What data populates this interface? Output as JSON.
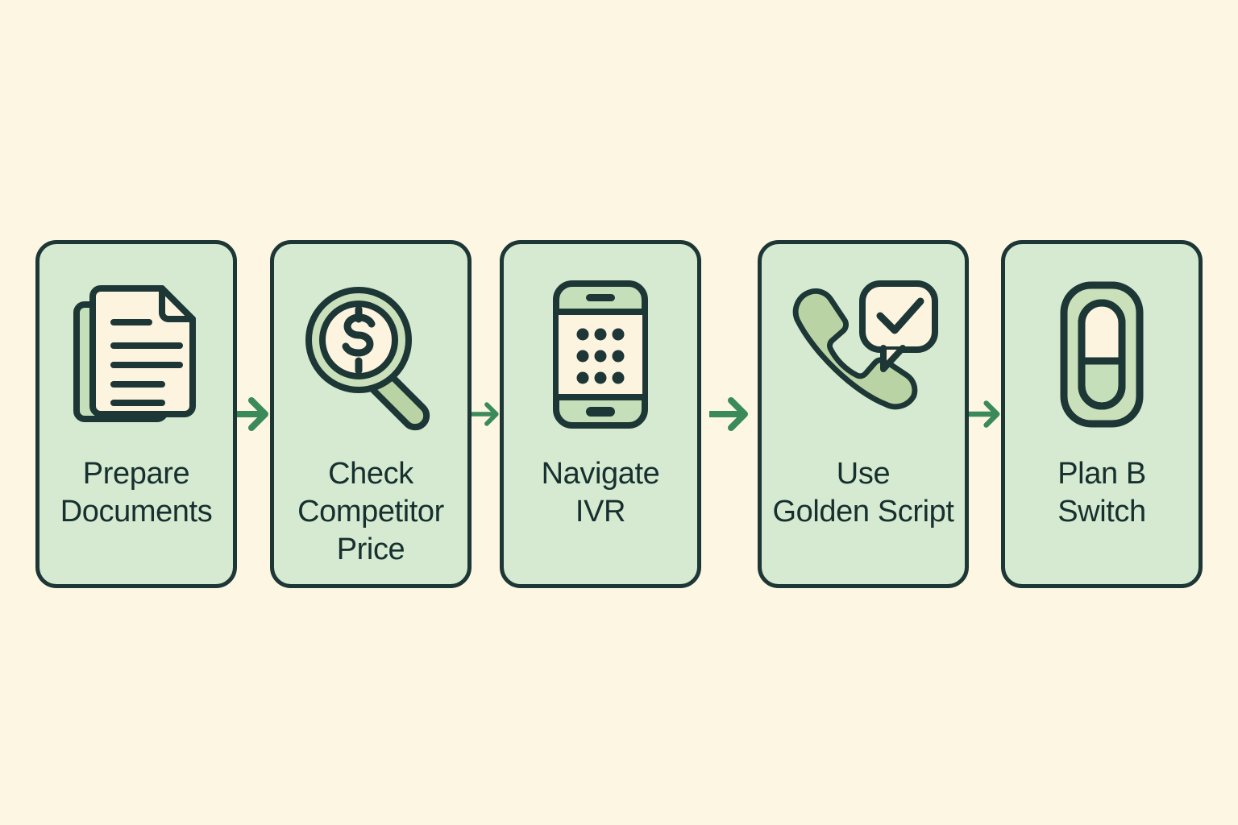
{
  "diagram": {
    "type": "horizontal-process-flow",
    "background_color": "#fdf6e3",
    "card_fill_color": "#d5ead0",
    "card_stroke_color": "#1d3636",
    "icon_accent_color": "#b5cf9f",
    "icon_paper_color": "#fdf4e0",
    "arrow_color": "#3b8a5a",
    "steps": [
      {
        "index": 1,
        "icon": "documents-icon",
        "label": "Prepare\nDocuments",
        "label_line1": "Prepare",
        "label_line2": "Documents"
      },
      {
        "index": 2,
        "icon": "magnifier-dollar-icon",
        "label": "Check\nCompetitor\nPrice",
        "label_line1": "Check",
        "label_line2": "Competitor",
        "label_line3": "Price"
      },
      {
        "index": 3,
        "icon": "smartphone-keypad-icon",
        "label": "Navigate\nIVR",
        "label_line1": "Navigate",
        "label_line2": "IVR"
      },
      {
        "index": 4,
        "icon": "phone-handset-check-icon",
        "label": "Use\nGolden Script",
        "label_line1": "Use",
        "label_line2": "Golden Script"
      },
      {
        "index": 5,
        "icon": "toggle-switch-icon",
        "label": "Plan B\nSwitch",
        "label_line1": "Plan B",
        "label_line2": "Switch"
      }
    ],
    "connectors": [
      {
        "from": 1,
        "to": 2,
        "icon": "arrow-right-icon"
      },
      {
        "from": 2,
        "to": 3,
        "icon": "arrow-right-icon"
      },
      {
        "from": 3,
        "to": 4,
        "icon": "arrow-right-icon"
      },
      {
        "from": 4,
        "to": 5,
        "icon": "arrow-right-icon"
      }
    ]
  }
}
